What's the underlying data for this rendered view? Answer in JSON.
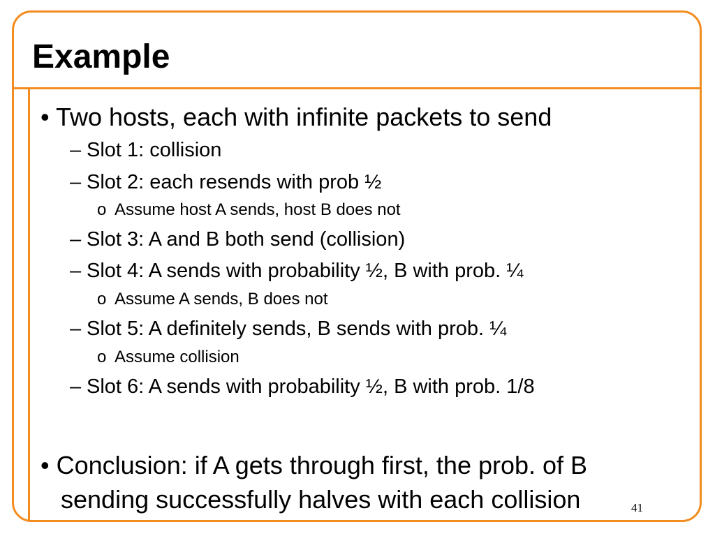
{
  "slide": {
    "title": "Example",
    "page_number": "41",
    "accent_color": "#f28c1e"
  },
  "content": {
    "bullet1": {
      "marker": "•",
      "text": "Two hosts, each with infinite packets to send",
      "sub": [
        {
          "marker": "–",
          "text": "Slot 1: collision"
        },
        {
          "marker": "–",
          "text": "Slot 2: each resends with prob ½"
        },
        {
          "marker": "o",
          "text": "Assume host A sends, host B does not"
        },
        {
          "marker": "–",
          "text": "Slot 3: A and B both send (collision)"
        },
        {
          "marker": "–",
          "text": "Slot 4: A sends with probability ½, B with prob. ¼"
        },
        {
          "marker": "o",
          "text": "Assume A sends, B does not"
        },
        {
          "marker": "–",
          "text": "Slot 5: A definitely sends, B sends with prob. ¼"
        },
        {
          "marker": "o",
          "text": "Assume collision"
        },
        {
          "marker": "–",
          "text": "Slot 6: A sends with probability ½, B with prob. 1/8"
        }
      ]
    },
    "bullet2": {
      "marker": "•",
      "line1": "Conclusion: if A gets through first, the prob. of B",
      "line2": "sending successfully halves with each collision"
    }
  }
}
